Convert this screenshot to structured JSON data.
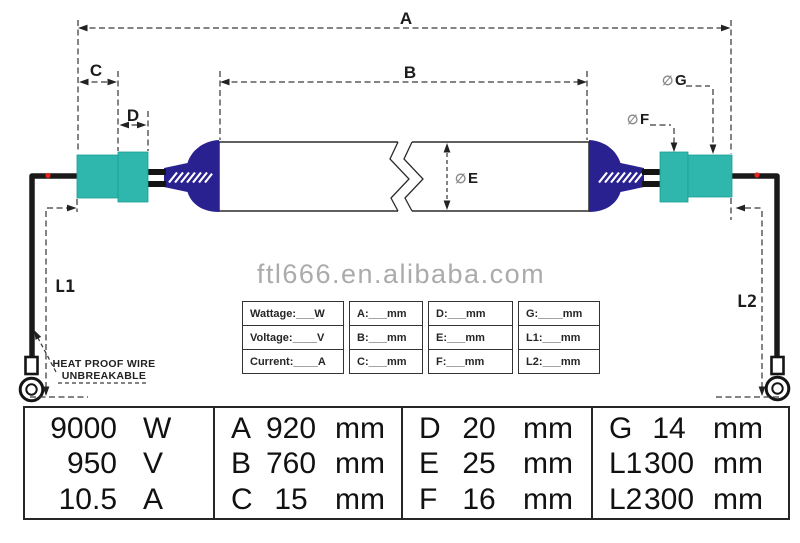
{
  "watermark": {
    "text": "ftl666.en.alibaba.com"
  },
  "diagram": {
    "diameter_symbol": "∅",
    "dim_labels": {
      "a": "A",
      "b": "B",
      "c": "C",
      "d": "D",
      "e": "E",
      "f": "F",
      "g": "G",
      "l1": "L1",
      "l2": "L2"
    },
    "wire_note": {
      "line1": "HEAT PROOF WIRE",
      "line2": "UNBREAKABLE"
    },
    "colors": {
      "ceramic_teal": "#2fb7ad",
      "bulb_navy": "#2a2191",
      "wire_black": "#1a1a1a",
      "dot_red": "#e8231e",
      "watermark_gray": "#ababab"
    }
  },
  "blank_form": {
    "rows": [
      {
        "electrical": "Wattage:___W",
        "col_abc": "A:___mm",
        "col_def": "D:___mm",
        "col_g": "G:____mm"
      },
      {
        "electrical": "Voltage:____V",
        "col_abc": "B:___mm",
        "col_def": "E:___mm",
        "col_g": "L1:___mm"
      },
      {
        "electrical": "Current:____A",
        "col_abc": "C:___mm",
        "col_def": "F:___mm",
        "col_g": "L2:___mm"
      }
    ]
  },
  "spec_table": {
    "electrical": [
      {
        "value": "9000",
        "unit": "W"
      },
      {
        "value": "950",
        "unit": "V"
      },
      {
        "value": "10.5",
        "unit": "A"
      }
    ],
    "dims_1": [
      {
        "key": "A",
        "value": "920",
        "unit": "mm"
      },
      {
        "key": "B",
        "value": "760",
        "unit": "mm"
      },
      {
        "key": "C",
        "value": "15",
        "unit": "mm"
      }
    ],
    "dims_2": [
      {
        "key": "D",
        "value": "20",
        "unit": "mm"
      },
      {
        "key": "E",
        "value": "25",
        "unit": "mm"
      },
      {
        "key": "F",
        "value": "16",
        "unit": "mm"
      }
    ],
    "dims_3": [
      {
        "key": "G",
        "value": "14",
        "unit": "mm"
      },
      {
        "key": "L1",
        "value": "300",
        "unit": "mm"
      },
      {
        "key": "L2",
        "value": "300",
        "unit": "mm"
      }
    ]
  }
}
